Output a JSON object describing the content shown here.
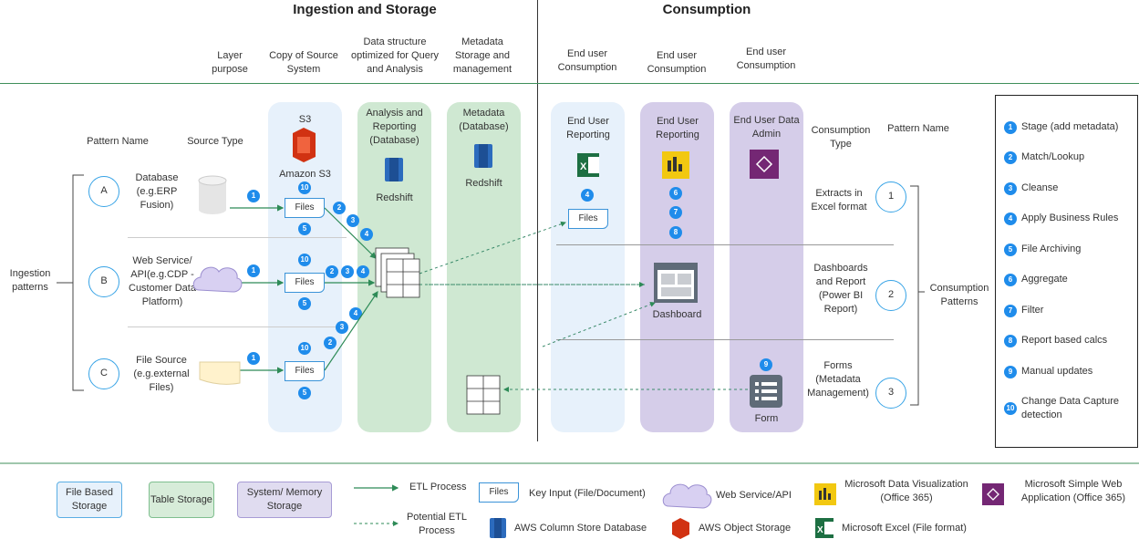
{
  "sections": {
    "ingestion": "Ingestion and Storage",
    "consumption": "Consumption"
  },
  "column_headers": {
    "layer": "Layer purpose",
    "copy": "Copy of Source System",
    "datastruct": "Data structure optimized for Query and Analysis",
    "metadata": "Metadata Storage and management",
    "end1": "End user Consumption",
    "end2": "End user Consumption",
    "end3": "End user Consumption"
  },
  "row_headers": {
    "pattern_name": "Pattern Name",
    "source_type": "Source Type",
    "ingestion_patterns": "Ingestion patterns"
  },
  "columns": {
    "s3_title": "S3",
    "s3_label": "Amazon S3",
    "analysis_title": "Analysis and Reporting (Database)",
    "analysis_label": "Redshift",
    "meta_title": "Metadata (Database)",
    "meta_label": "Redshift",
    "eur1": "End User Reporting",
    "eur2": "End User Reporting",
    "eua": "End User Data Admin",
    "dashboard": "Dashboard",
    "form": "Form"
  },
  "patterns": [
    {
      "letter": "A",
      "source": "Database (e.g.ERP Fusion)"
    },
    {
      "letter": "B",
      "source": "Web Service/ API(e.g.CDP - Customer Data Platform)"
    },
    {
      "letter": "C",
      "source": "File Source (e.g.external Files)"
    }
  ],
  "files_label": "Files",
  "consumption": {
    "type_header": "Consumption Type",
    "pattern_header": "Pattern Name",
    "patterns_label": "Consumption Patterns",
    "items": [
      {
        "type": "Extracts in Excel format",
        "num": "1"
      },
      {
        "type": "Dashboards and Report (Power BI Report)",
        "num": "2"
      },
      {
        "type": "Forms (Metadata Management)",
        "num": "3"
      }
    ]
  },
  "steps": [
    {
      "n": "1",
      "label": "Stage (add metadata)"
    },
    {
      "n": "2",
      "label": "Match/Lookup"
    },
    {
      "n": "3",
      "label": "Cleanse"
    },
    {
      "n": "4",
      "label": "Apply Business Rules"
    },
    {
      "n": "5",
      "label": "File Archiving"
    },
    {
      "n": "6",
      "label": "Aggregate"
    },
    {
      "n": "7",
      "label": "Filter"
    },
    {
      "n": "8",
      "label": "Report based calcs"
    },
    {
      "n": "9",
      "label": "Manual updates"
    },
    {
      "n": "10",
      "label": "Change Data Capture detection"
    }
  ],
  "legend": {
    "file_storage": "File Based Storage",
    "table_storage": "Table Storage",
    "memory_storage": "System/ Memory Storage",
    "etl": "ETL Process",
    "potential_etl": "Potential ETL Process",
    "key_input": "Key Input (File/Document)",
    "files": "Files",
    "web_service": "Web Service/API",
    "aws_column": "AWS Column Store Database",
    "ms_dataviz": "Microsoft Data Visualization (Office 365)",
    "aws_object": "AWS Object Storage",
    "ms_simpleweb": "Microsoft Simple Web Application (Office 365)",
    "ms_excel": "Microsoft Excel (File format)"
  },
  "colors": {
    "file_storage": "#e7f1fb",
    "table_storage": "#d7ecd9",
    "memory_storage": "#e0dcf0",
    "etl": "#2e8b57",
    "num": "#1f8ceb"
  }
}
